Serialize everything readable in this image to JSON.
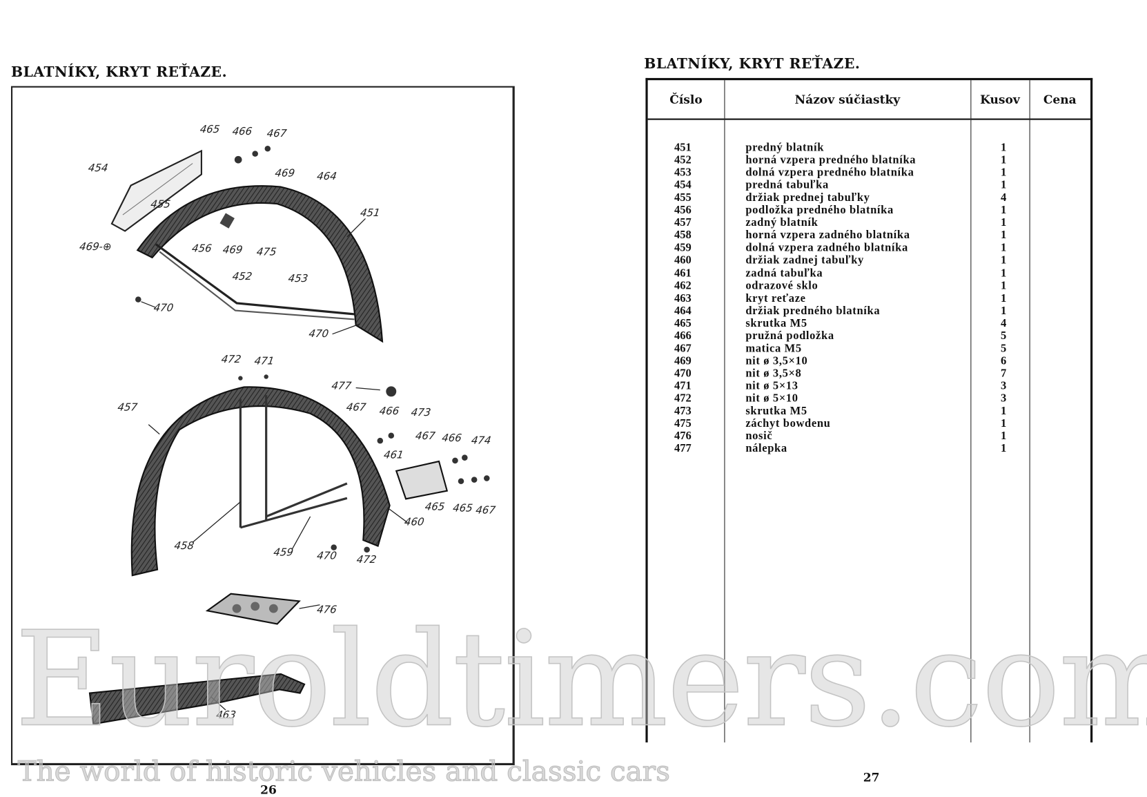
{
  "left_page": {
    "title": "BLATNÍKY, KRYT REŤAZE.",
    "page_number": "26",
    "diagram": {
      "labels": [
        "465",
        "466",
        "467",
        "454",
        "469",
        "464",
        "455",
        "451",
        "469-⊕",
        "456",
        "469",
        "475",
        "452",
        "453",
        "470",
        "470",
        "472",
        "471",
        "477",
        "457",
        "467",
        "466",
        "473",
        "467",
        "466",
        "474",
        "461",
        "460",
        "465",
        "465",
        "467",
        "458",
        "459",
        "470",
        "472",
        "476",
        "463"
      ]
    }
  },
  "right_page": {
    "title": "BLATNÍKY, KRYT REŤAZE.",
    "page_number": "27",
    "table": {
      "headers": [
        "Číslo",
        "Názov súčiastky",
        "Kusov",
        "Cena"
      ],
      "rows": [
        {
          "num": "451",
          "name": "predný blatník",
          "qty": "1"
        },
        {
          "num": "452",
          "name": "horná vzpera predného blatníka",
          "qty": "1"
        },
        {
          "num": "453",
          "name": "dolná vzpera predného blatníka",
          "qty": "1"
        },
        {
          "num": "454",
          "name": "predná tabuľka",
          "qty": "1"
        },
        {
          "num": "455",
          "name": "držiak prednej tabuľky",
          "qty": "4"
        },
        {
          "num": "456",
          "name": "podložka predného blatníka",
          "qty": "1"
        },
        {
          "num": "457",
          "name": "zadný blatník",
          "qty": "1"
        },
        {
          "num": "458",
          "name": "horná vzpera zadného blatníka",
          "qty": "1"
        },
        {
          "num": "459",
          "name": "dolná vzpera zadného blatníka",
          "qty": "1"
        },
        {
          "num": "460",
          "name": "držiak zadnej tabuľky",
          "qty": "1"
        },
        {
          "num": "461",
          "name": "zadná tabuľka",
          "qty": "1"
        },
        {
          "num": "462",
          "name": "odrazové sklo",
          "qty": "1"
        },
        {
          "num": "463",
          "name": "kryt reťaze",
          "qty": "1"
        },
        {
          "num": "464",
          "name": "držiak predného blatníka",
          "qty": "1"
        },
        {
          "num": "465",
          "name": "skrutka M5",
          "qty": "4"
        },
        {
          "num": "466",
          "name": "pružná podložka",
          "qty": "5"
        },
        {
          "num": "467",
          "name": "matica M5",
          "qty": "5"
        },
        {
          "num": "469",
          "name": "nit ø 3,5×10",
          "qty": "6"
        },
        {
          "num": "470",
          "name": "nit ø 3,5×8",
          "qty": "7"
        },
        {
          "num": "471",
          "name": "nit ø 5×13",
          "qty": "3"
        },
        {
          "num": "472",
          "name": "nit ø 5×10",
          "qty": "3"
        },
        {
          "num": "473",
          "name": "skrutka M5",
          "qty": "1"
        },
        {
          "num": "475",
          "name": "záchyt bowdenu",
          "qty": "1"
        },
        {
          "num": "476",
          "name": "nosič",
          "qty": "1"
        },
        {
          "num": "477",
          "name": "nálepka",
          "qty": "1"
        }
      ]
    }
  },
  "watermark": {
    "brand": "Euroldtimers.com",
    "tagline": "The world of historic vehicles and classic cars"
  }
}
